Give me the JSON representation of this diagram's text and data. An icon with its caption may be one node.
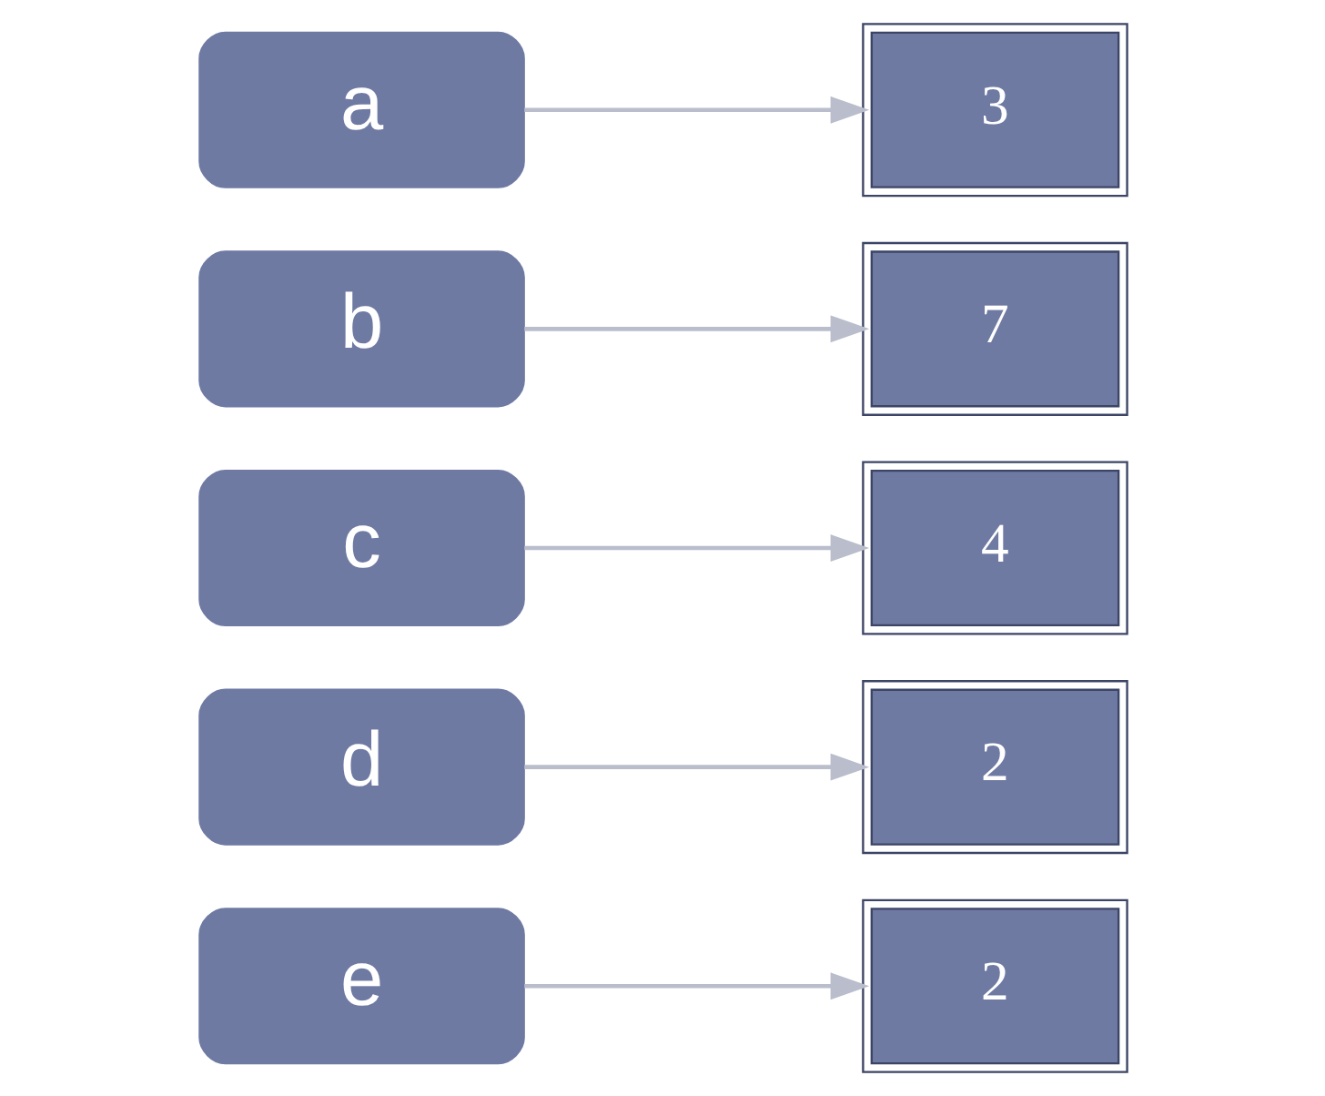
{
  "diagram": {
    "nodes": [
      {
        "text": [
          "a"
        ]
      },
      {
        "text": [
          "3"
        ]
      },
      {
        "text": [
          "b"
        ]
      },
      {
        "text": [
          "7"
        ]
      },
      {
        "text": [
          "c"
        ]
      },
      {
        "text": [
          "4"
        ]
      },
      {
        "text": [
          "d"
        ]
      },
      {
        "text": [
          "2"
        ]
      },
      {
        "text": [
          "e"
        ]
      },
      {
        "text": [
          "2"
        ]
      }
    ],
    "edges": [
      {
        "from": 0,
        "to": 1,
        "arrow": "to"
      },
      {
        "from": 2,
        "to": 3,
        "arrow": "to"
      },
      {
        "from": 4,
        "to": 5,
        "arrow": "to"
      },
      {
        "from": 6,
        "to": 7,
        "arrow": "to"
      },
      {
        "from": 8,
        "to": 9,
        "arrow": "to"
      }
    ]
  }
}
